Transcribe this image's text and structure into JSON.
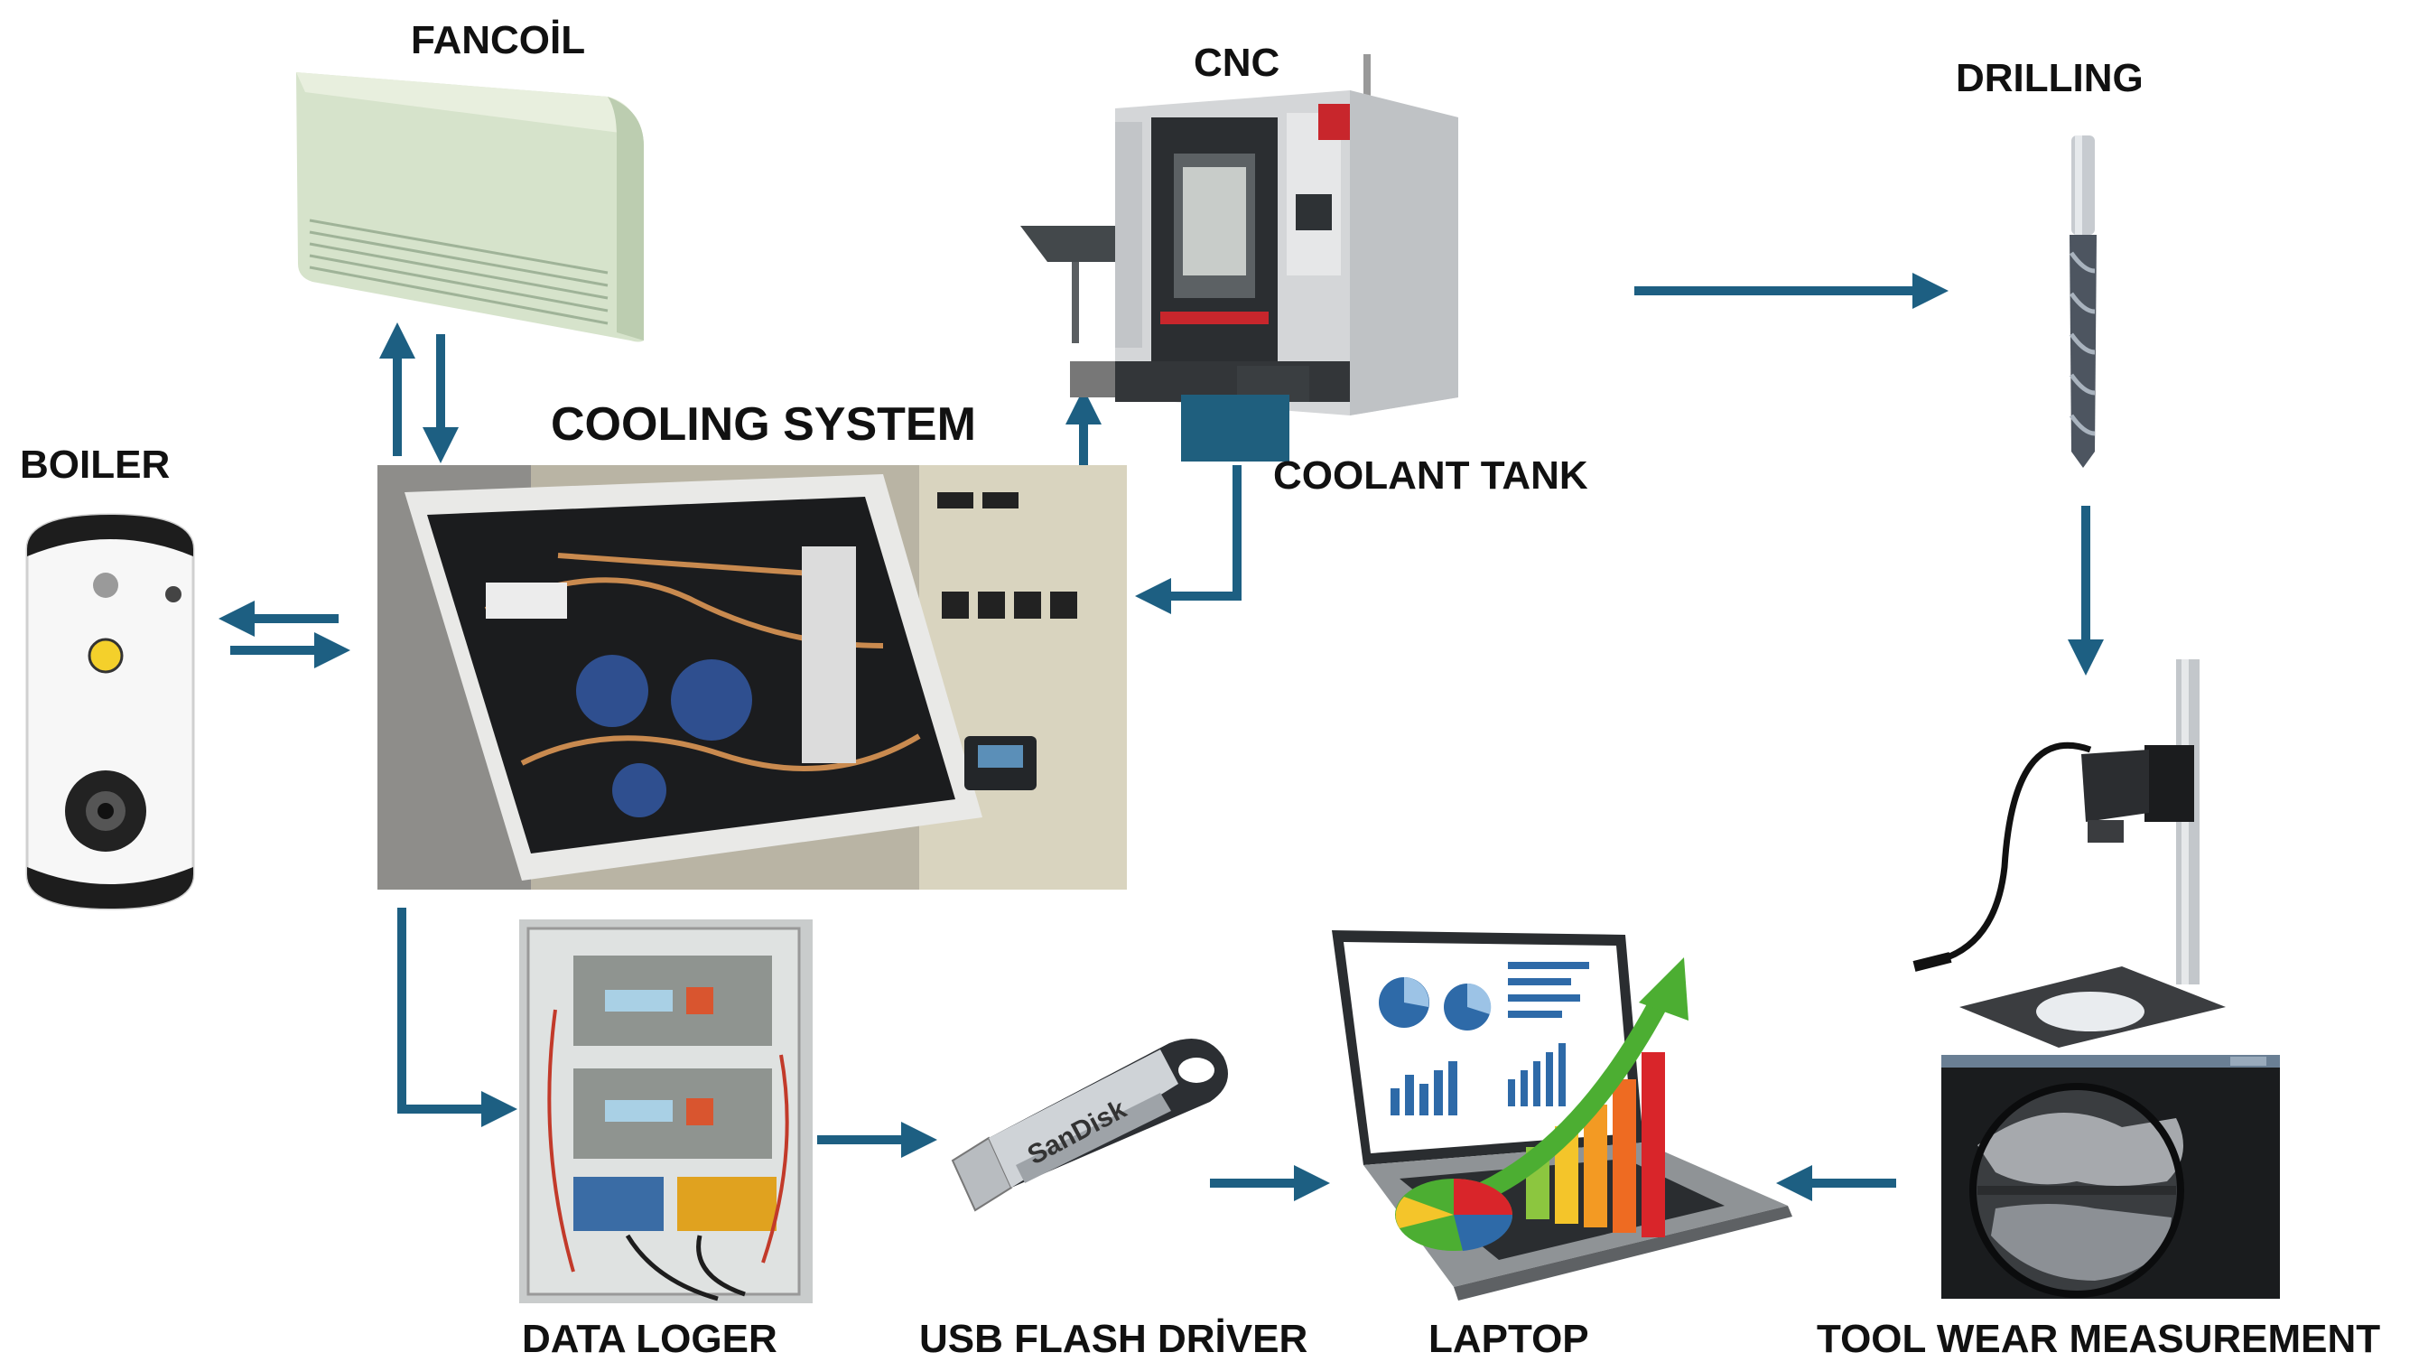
{
  "labels": {
    "fancoil": "FANCOİL",
    "cnc": "CNC",
    "drilling": "DRILLING",
    "cooling_system": "COOLING SYSTEM",
    "boiler": "BOILER",
    "coolant_tank": "COOLANT TANK",
    "data_loger": "DATA LOGER",
    "usb_flash": "USB FLASH DRİVER",
    "laptop": "LAPTOP",
    "tool_wear": "TOOL WEAR MEASUREMENT"
  },
  "usb_brand": "SanDisk",
  "colors": {
    "arrow": "#1d5f82",
    "coolant_tank": "#1f5f7e"
  },
  "icons": [
    "fancoil-unit-icon",
    "cnc-machine-icon",
    "drill-bit-icon",
    "cooling-system-photo",
    "boiler-icon",
    "data-logger-photo",
    "usb-flash-drive-icon",
    "laptop-chart-icon",
    "digital-microscope-icon",
    "tool-wear-image"
  ]
}
